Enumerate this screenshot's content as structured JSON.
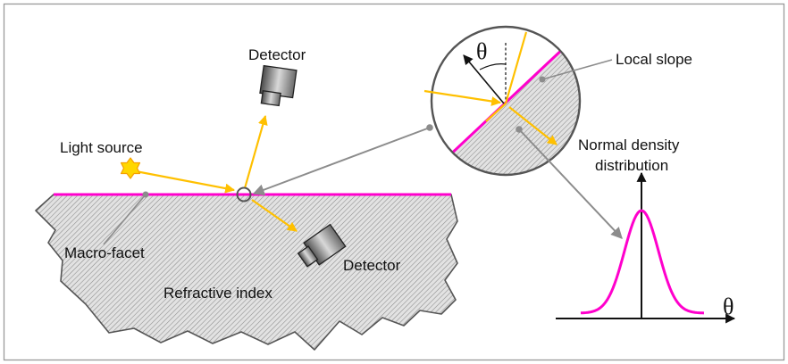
{
  "labels": {
    "detector_top": "Detector",
    "detector_bottom": "Detector",
    "light_source": "Light source",
    "macro_facet": "Macro-facet",
    "refractive_index": "Refractive index",
    "local_slope": "Local slope",
    "normal_density_line1": "Normal density",
    "normal_density_line2": "distribution",
    "theta_circle": "θ",
    "theta_axis": "θ"
  },
  "colors": {
    "surface": "#ff00cc",
    "ray": "#ffc000",
    "pointer": "#8c8c8c",
    "outline": "#555555",
    "hatch": "#8a8a8a",
    "border": "#999999"
  },
  "icons": {
    "source": "star-burst-icon",
    "detector": "camera-detector-icon"
  }
}
